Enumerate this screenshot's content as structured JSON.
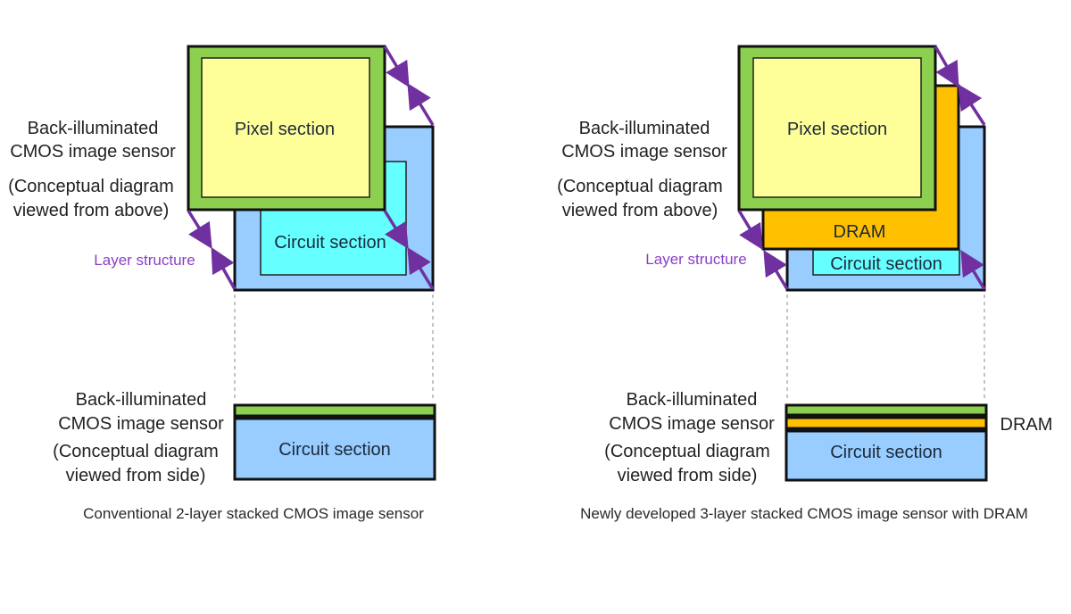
{
  "colors": {
    "pixel_frame": "#8dd050",
    "pixel_fill": "#ffff99",
    "circuit_board": "#99ccff",
    "circuit_inner": "#66ffff",
    "dram": "#ffc000",
    "arrow": "#7030a0",
    "outline": "#111111"
  },
  "panels": [
    {
      "id": "conventional",
      "sensor_label_line1": "Back-illuminated",
      "sensor_label_line2": "CMOS image sensor",
      "top_view_line1": "(Conceptual diagram",
      "top_view_line2": "viewed from above)",
      "layer_structure": "Layer structure",
      "pixel_section": "Pixel section",
      "circuit_section": "Circuit section",
      "side_sensor_line1": "Back-illuminated",
      "side_sensor_line2": "CMOS image sensor",
      "side_view_line1": "(Conceptual diagram",
      "side_view_line2": "viewed from side)",
      "side_circuit_section": "Circuit section",
      "caption": "Conventional 2-layer stacked CMOS image sensor"
    },
    {
      "id": "new",
      "sensor_label_line1": "Back-illuminated",
      "sensor_label_line2": "CMOS image sensor",
      "top_view_line1": "(Conceptual diagram",
      "top_view_line2": "viewed from above)",
      "layer_structure": "Layer structure",
      "pixel_section": "Pixel section",
      "dram": "DRAM",
      "circuit_section": "Circuit section",
      "side_sensor_line1": "Back-illuminated",
      "side_sensor_line2": "CMOS image sensor",
      "side_view_line1": "(Conceptual diagram",
      "side_view_line2": "viewed from side)",
      "side_circuit_section": "Circuit section",
      "side_dram": "DRAM",
      "caption": "Newly developed 3-layer stacked CMOS image sensor with DRAM"
    }
  ]
}
